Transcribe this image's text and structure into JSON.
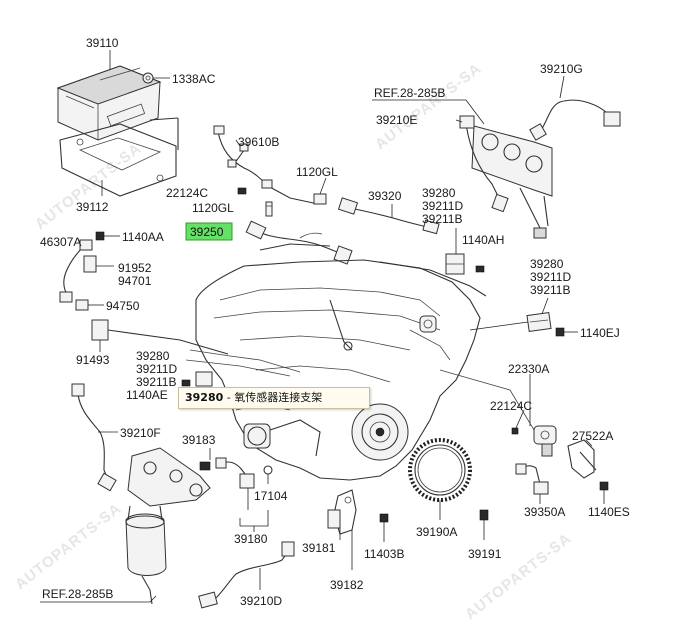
{
  "watermark": "AUTOPARTS-SA",
  "highlight": {
    "part": "39250"
  },
  "tooltip": {
    "code": "39280",
    "separator": " - ",
    "description": "氧传感器连接支架"
  },
  "labels": {
    "l39110": "39110",
    "l1338AC": "1338AC",
    "l39112": "39112",
    "l39610B": "39610B",
    "l22124C_a": "22124C",
    "l1120GL_a": "1120GL",
    "l1120GL_b": "1120GL",
    "l39320": "39320",
    "l39280_a": "39280",
    "l39211D_a": "39211D",
    "l39211B_a": "39211B",
    "l1140AH": "1140AH",
    "lREF_top": "REF.28-285B",
    "l39210E": "39210E",
    "l39210G": "39210G",
    "l46307A": "46307A",
    "l1140AA": "1140AA",
    "l91952": "91952",
    "l94701": "94701",
    "l94750": "94750",
    "l91493": "91493",
    "l39280_b": "39280",
    "l39211D_b": "39211D",
    "l39211B_b": "39211B",
    "l1140AE": "1140AE",
    "l39280_c": "39280",
    "l39211D_c": "39211D",
    "l39211B_c": "39211B",
    "l1140EJ": "1140EJ",
    "l22330A": "22330A",
    "l22124C_b": "22124C",
    "l27522A": "27522A",
    "l39210F": "39210F",
    "l39183": "39183",
    "l17104": "17104",
    "l39180": "39180",
    "l39181": "39181",
    "l39182": "39182",
    "l11403B": "11403B",
    "l39190A": "39190A",
    "l39191": "39191",
    "l39350A": "39350A",
    "l1140ES": "1140ES",
    "lREF_bottom": "REF.28-285B",
    "l39210D": "39210D"
  }
}
